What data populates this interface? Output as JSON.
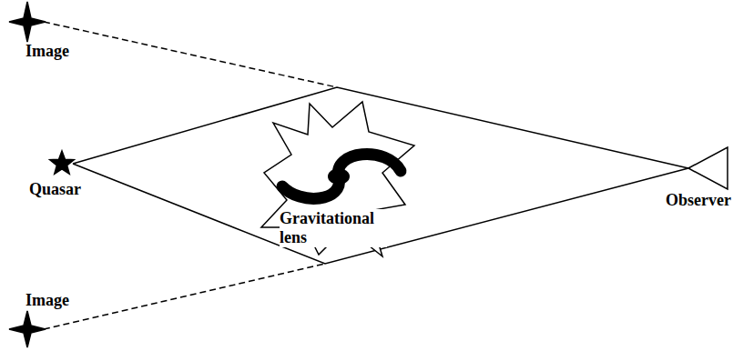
{
  "diagram": {
    "nodes": [
      {
        "text": [
          "Image"
        ]
      },
      {
        "text": [
          "Quasar"
        ]
      },
      {
        "text": [
          "Gravitational lens"
        ]
      },
      {
        "text": [
          "Observer"
        ]
      },
      {
        "text": [
          "Image"
        ]
      }
    ],
    "edges": [
      {
        "from": 1,
        "to": 3,
        "arrow": "none"
      },
      {
        "from": 1,
        "to": 3,
        "arrow": "none"
      }
    ]
  }
}
